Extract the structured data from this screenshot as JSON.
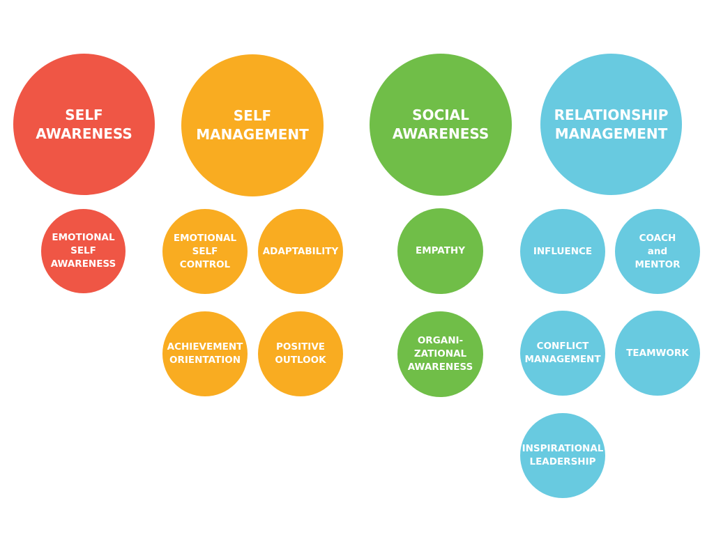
{
  "colors": {
    "self_awareness": "#EF5645",
    "self_management": "#F9AC21",
    "social_awareness": "#70BE48",
    "relationship_management": "#68CAE0"
  },
  "domains": [
    {
      "title": "SELF\nAWARENESS",
      "competencies": [
        "EMOTIONAL\nSELF\nAWARENESS"
      ]
    },
    {
      "title": "SELF\nMANAGEMENT",
      "competencies": [
        "EMOTIONAL\nSELF\nCONTROL",
        "ADAPTABILITY",
        "ACHIEVEMENT\nORIENTATION",
        "POSITIVE\nOUTLOOK"
      ]
    },
    {
      "title": "SOCIAL\nAWARENESS",
      "competencies": [
        "EMPATHY",
        "ORGANI-\nZATIONAL\nAWARENESS"
      ]
    },
    {
      "title": "RELATIONSHIP\nMANAGEMENT",
      "competencies": [
        "INFLUENCE",
        "COACH\nand\nMENTOR",
        "CONFLICT\nMANAGEMENT",
        "TEAMWORK",
        "INSPIRATIONAL\nLEADERSHIP"
      ]
    }
  ]
}
